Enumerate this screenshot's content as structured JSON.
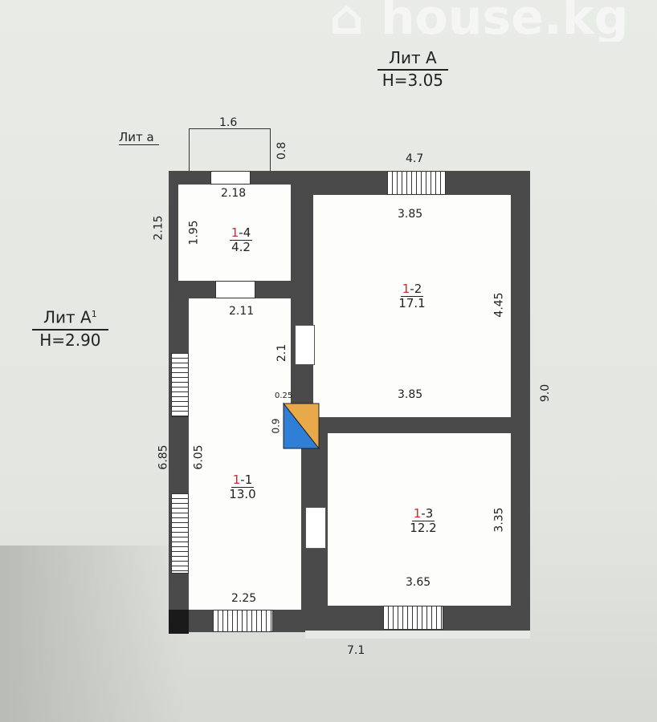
{
  "watermark": "house.kg",
  "lit_main": {
    "title": "Лит А",
    "height": "H=3.05"
  },
  "lit_a1": {
    "title": "Лит А",
    "sup": "1",
    "height": "H=2.90"
  },
  "lit_porch": {
    "title": "Лит а"
  },
  "rooms": [
    {
      "id": "1",
      "sub": "4",
      "area": "4.2"
    },
    {
      "id": "1",
      "sub": "2",
      "area": "17.1"
    },
    {
      "id": "1",
      "sub": "1",
      "area": "13.0"
    },
    {
      "id": "1",
      "sub": "3",
      "area": "12.2"
    }
  ],
  "dims": {
    "porch_w": "1.6",
    "porch_h": "0.8",
    "top_right": "4.7",
    "r14_w": "2.18",
    "r14_h": "1.95",
    "left_top": "2.15",
    "r12_w_top": "3.85",
    "r12_h": "4.45",
    "r11_w_top": "2.11",
    "door_21": "2.1",
    "r12_w_bot": "3.85",
    "total_h": "9.0",
    "stair_w": "0.25",
    "stair_h": "0.9",
    "left_h": "6.85",
    "r11_h": "6.05",
    "r13_h": "3.35",
    "r13_w": "3.65",
    "r11_w_bot": "2.25",
    "total_w": "7.1"
  },
  "colors": {
    "wall": "#4a4a4a",
    "stair_orange": "#e8a94a",
    "stair_blue": "#2f7fd6"
  }
}
